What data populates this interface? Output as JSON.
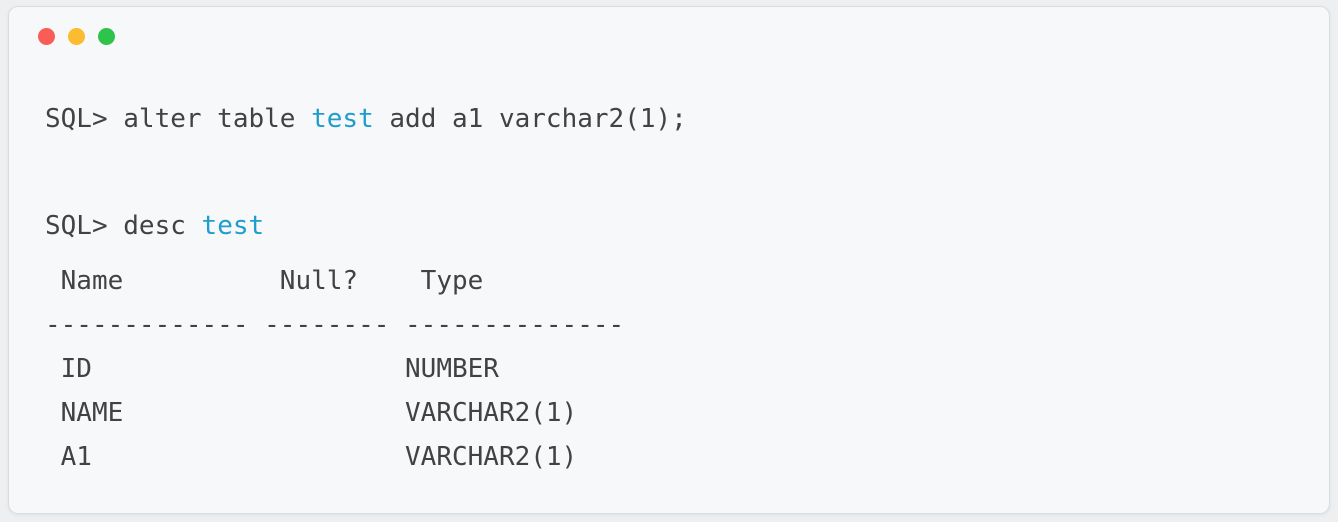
{
  "window": {
    "controls": {
      "close_color": "#fa5d55",
      "minimize_color": "#fbbc30",
      "maximize_color": "#2ec44c"
    }
  },
  "colors": {
    "card_background": "#f7f8f9",
    "page_background": "#edeff1",
    "text": "#424242",
    "highlight_blue": "#1f9dce"
  },
  "console": {
    "command1": {
      "before": "SQL> alter table ",
      "table_name": "test",
      "after": " add a1 varchar2(1);"
    },
    "command2": {
      "before": "SQL> desc ",
      "table_name": "test"
    },
    "result_table": {
      "header_line": " Name          Null?    Type",
      "separator_line": "------------- -------- --------------",
      "row_lines": [
        " ID                    NUMBER",
        " NAME                  VARCHAR2(1)",
        " A1                    VARCHAR2(1)"
      ],
      "columns": [
        "Name",
        "Null?",
        "Type"
      ],
      "rows": [
        {
          "name": "ID",
          "null": "",
          "type": "NUMBER"
        },
        {
          "name": "NAME",
          "null": "",
          "type": "VARCHAR2(1)"
        },
        {
          "name": "A1",
          "null": "",
          "type": "VARCHAR2(1)"
        }
      ]
    }
  }
}
